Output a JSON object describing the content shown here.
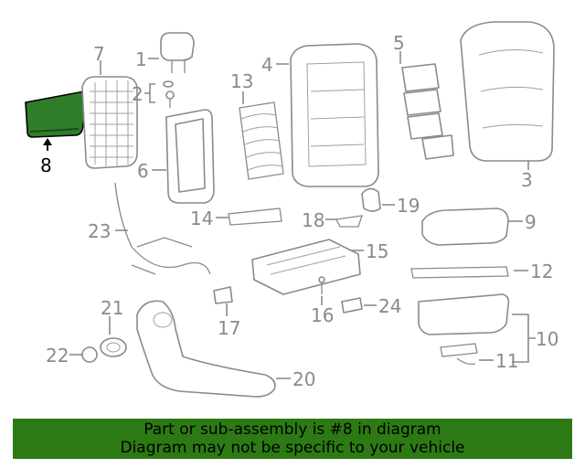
{
  "callouts": {
    "c1": "1",
    "c2": "2",
    "c3": "3",
    "c4": "4",
    "c5": "5",
    "c6": "6",
    "c7": "7",
    "c8": "8",
    "c9": "9",
    "c10": "10",
    "c11": "11",
    "c12": "12",
    "c13": "13",
    "c14": "14",
    "c15": "15",
    "c16": "16",
    "c17": "17",
    "c18": "18",
    "c19": "19",
    "c20": "20",
    "c21": "21",
    "c22": "22",
    "c23": "23",
    "c24": "24"
  },
  "highlighted_part": "8",
  "colors": {
    "highlight": "#2f7d2a",
    "banner": "#2d7a14",
    "line": "#8a8a8a"
  },
  "banner": {
    "line1": "Part or sub-assembly is #8 in diagram",
    "line2": "Diagram may not be specific to your vehicle"
  }
}
